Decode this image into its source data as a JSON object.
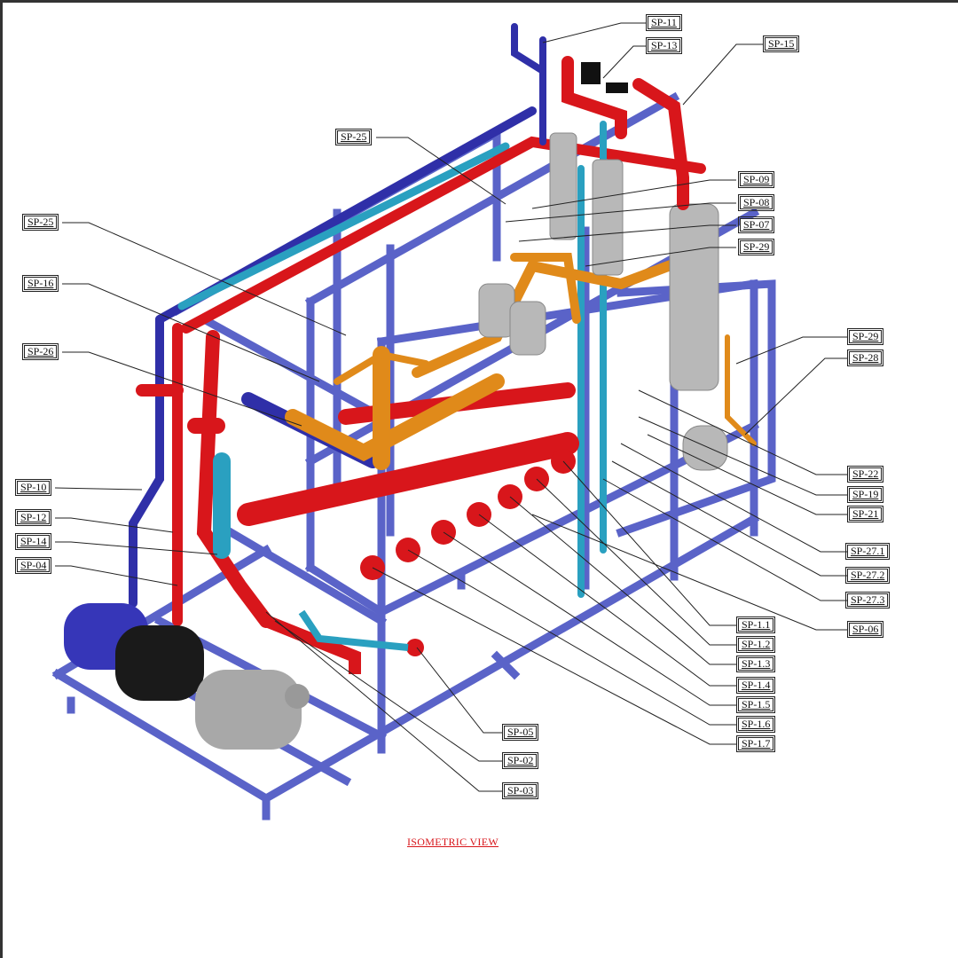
{
  "drawing": {
    "title": "ISOMETRIC VIEW",
    "colors": {
      "frame": "#5a63c8",
      "hot_pipe": "#d8161b",
      "cold_pipe": "#2aa0c0",
      "return_pipe": "#2f2fa8",
      "valve": "#e08a1a",
      "vessel": "#b8b8b8"
    },
    "labels": {
      "sp11": "SP-11",
      "sp13": "SP-13",
      "sp15": "SP-15",
      "sp25_top": "SP-25",
      "sp09": "SP-09",
      "sp08": "SP-08",
      "sp07": "SP-07",
      "sp29_top": "SP-29",
      "sp25_left": "SP-25",
      "sp16": "SP-16",
      "sp26": "SP-26",
      "sp10": "SP-10",
      "sp12": "SP-12",
      "sp14": "SP-14",
      "sp04": "SP-04",
      "sp29_right": "SP-29",
      "sp28": "SP-28",
      "sp22": "SP-22",
      "sp19": "SP-19",
      "sp21": "SP-21",
      "sp27_1": "SP-27.1",
      "sp27_2": "SP-27.2",
      "sp27_3": "SP-27.3",
      "sp06": "SP-06",
      "sp1_1": "SP-1.1",
      "sp1_2": "SP-1.2",
      "sp1_3": "SP-1.3",
      "sp1_4": "SP-1.4",
      "sp1_5": "SP-1.5",
      "sp1_6": "SP-1.6",
      "sp1_7": "SP-1.7",
      "sp05": "SP-05",
      "sp02": "SP-02",
      "sp03": "SP-03"
    }
  }
}
